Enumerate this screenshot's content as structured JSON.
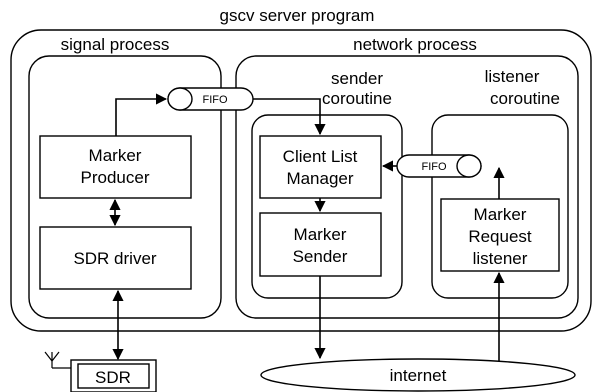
{
  "diagram": {
    "title": "gscv server program",
    "signal_process": {
      "label": "signal process"
    },
    "network_process": {
      "label": "network process"
    },
    "sender_coroutine": {
      "line1": "sender",
      "line2": "coroutine"
    },
    "listener_coroutine": {
      "line1": "listener",
      "line2": "coroutine"
    },
    "marker_producer": {
      "line1": "Marker",
      "line2": "Producer"
    },
    "sdr_driver": {
      "label": "SDR driver"
    },
    "client_list_manager": {
      "line1": "Client List",
      "line2": "Manager"
    },
    "marker_sender": {
      "line1": "Marker",
      "line2": "Sender"
    },
    "marker_request_listener": {
      "line1": "Marker",
      "line2": "Request",
      "line3": "listener"
    },
    "fifo_top": {
      "label": "FIFO"
    },
    "fifo_right": {
      "label": "FIFO"
    },
    "sdr_device": {
      "label": "SDR"
    },
    "internet": {
      "label": "internet"
    }
  }
}
